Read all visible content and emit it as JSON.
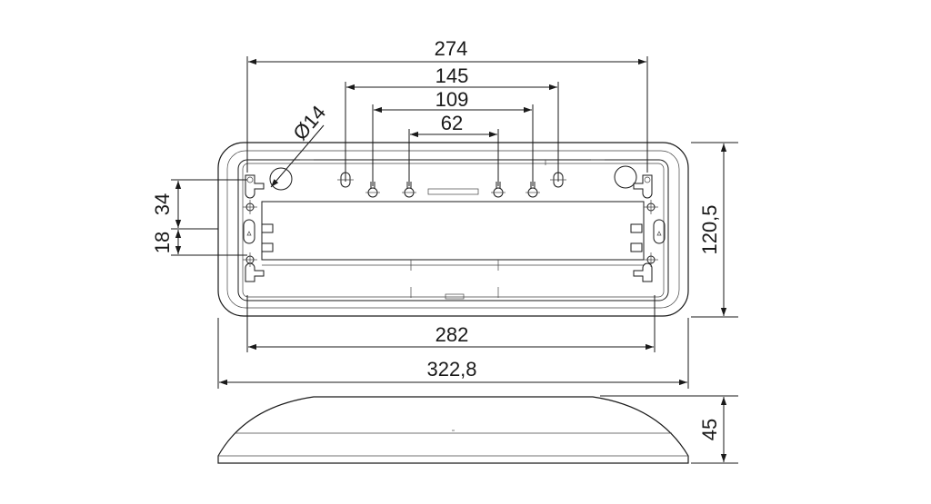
{
  "dimensions": {
    "d274": "274",
    "d145": "145",
    "d109": "109",
    "d62": "62",
    "d14": "Ø14",
    "d34": "34",
    "d18": "18",
    "d120": "120,5",
    "d282": "282",
    "d322": "322,8",
    "d45": "45"
  },
  "colors": {
    "line": "#1a1a1a",
    "background": "#ffffff"
  }
}
